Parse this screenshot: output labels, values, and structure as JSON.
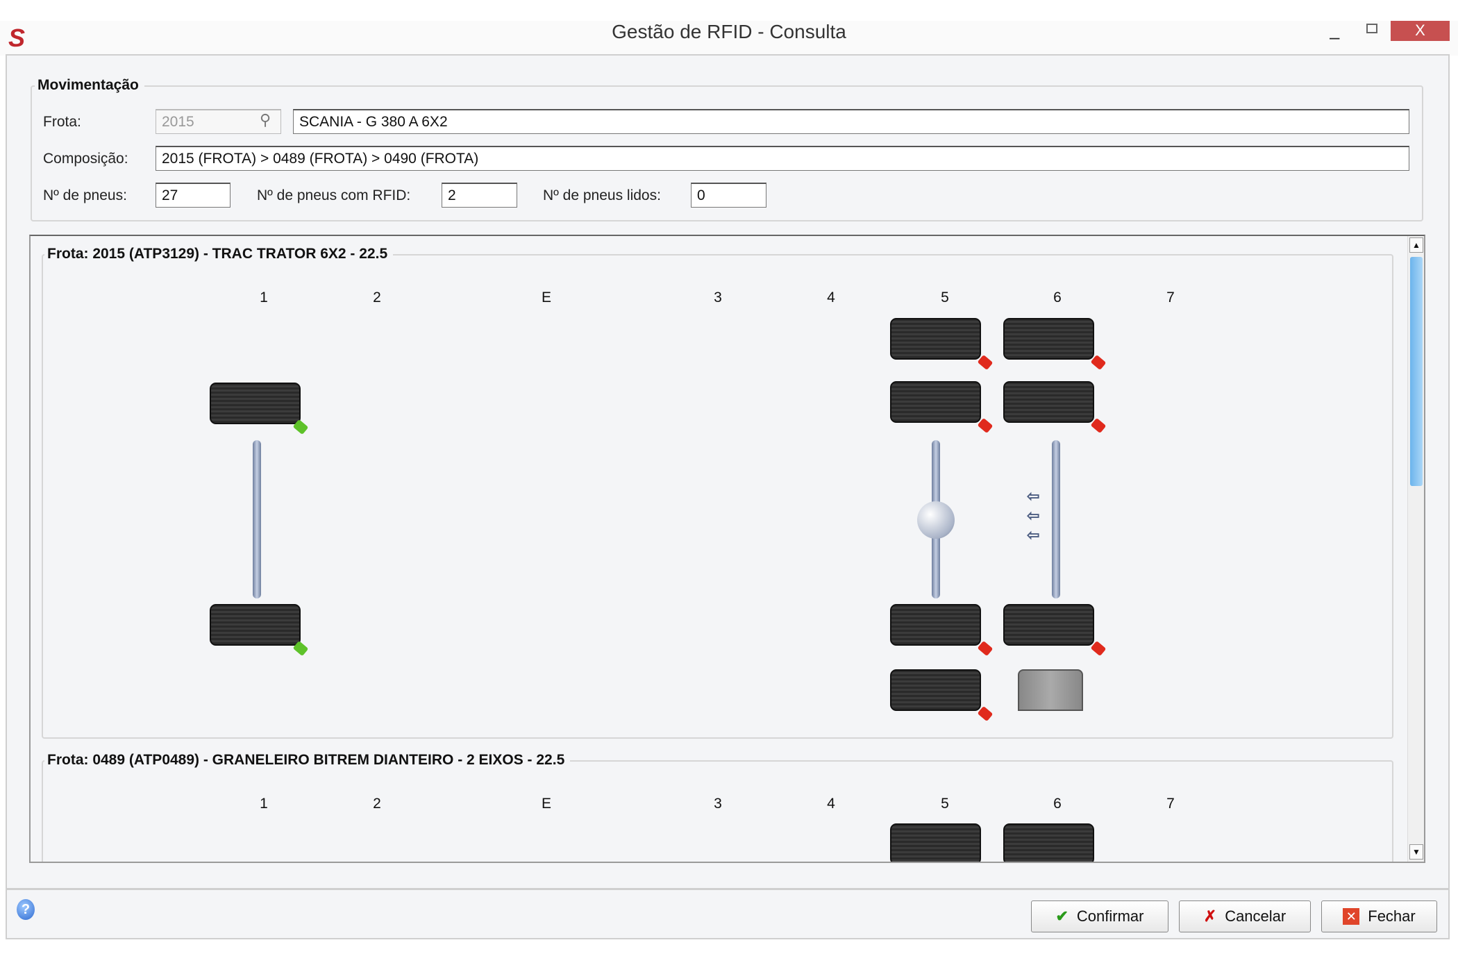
{
  "window": {
    "title": "Gestão de RFID - Consulta",
    "close": "X",
    "minimize": "–"
  },
  "movimentacao": {
    "title": "Movimentação",
    "frota_label": "Frota:",
    "frota_code": "2015",
    "frota_desc": "SCANIA - G 380 A 6X2",
    "composicao_label": "Composição:",
    "composicao": "2015 (FROTA) > 0489 (FROTA) > 0490 (FROTA)",
    "npneus_label": "Nº de pneus:",
    "npneus": "27",
    "nrfid_label": "Nº de pneus com RFID:",
    "nrfid": "2",
    "nlidos_label": "Nº de pneus lidos:",
    "nlidos": "0"
  },
  "columns": [
    "1",
    "2",
    "E",
    "3",
    "4",
    "5",
    "6",
    "7"
  ],
  "groups": [
    {
      "title": "Frota: 2015 (ATP3129) - TRAC TRATOR 6X2 - 22.5"
    },
    {
      "title": "Frota: 0489 (ATP0489) - GRANELEIRO BITREM DIANTEIRO - 2 EIXOS - 22.5"
    }
  ],
  "tag_colors": {
    "rfid": "#5ec22a",
    "no_rfid": "#e02a1d"
  },
  "buttons": {
    "confirm": "Confirmar",
    "cancel": "Cancelar",
    "close": "Fechar"
  }
}
